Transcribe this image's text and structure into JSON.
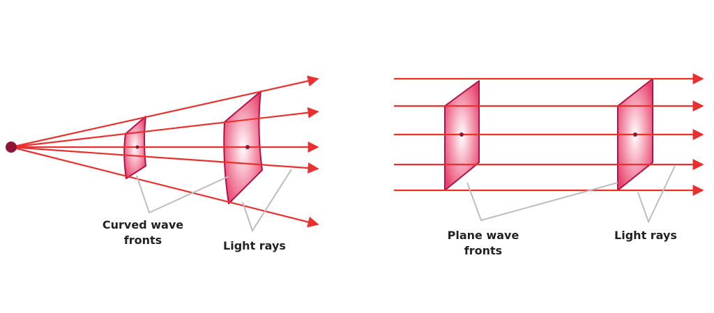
{
  "colors": {
    "ray": "#e8312f",
    "source": "#8e1538",
    "wavefront_edge": "#b01248",
    "wavefront_fill": "#e8456e",
    "wavefront_highlight": "#ffffff",
    "pointer": "#bdbdbd",
    "text": "#222222"
  },
  "left_panel": {
    "wavefront_label_line1": "Curved wave",
    "wavefront_label_line2": "fronts",
    "rays_label": "Light rays"
  },
  "right_panel": {
    "wavefront_label_line1": "Plane wave",
    "wavefront_label_line2": "fronts",
    "rays_label": "Light rays"
  }
}
